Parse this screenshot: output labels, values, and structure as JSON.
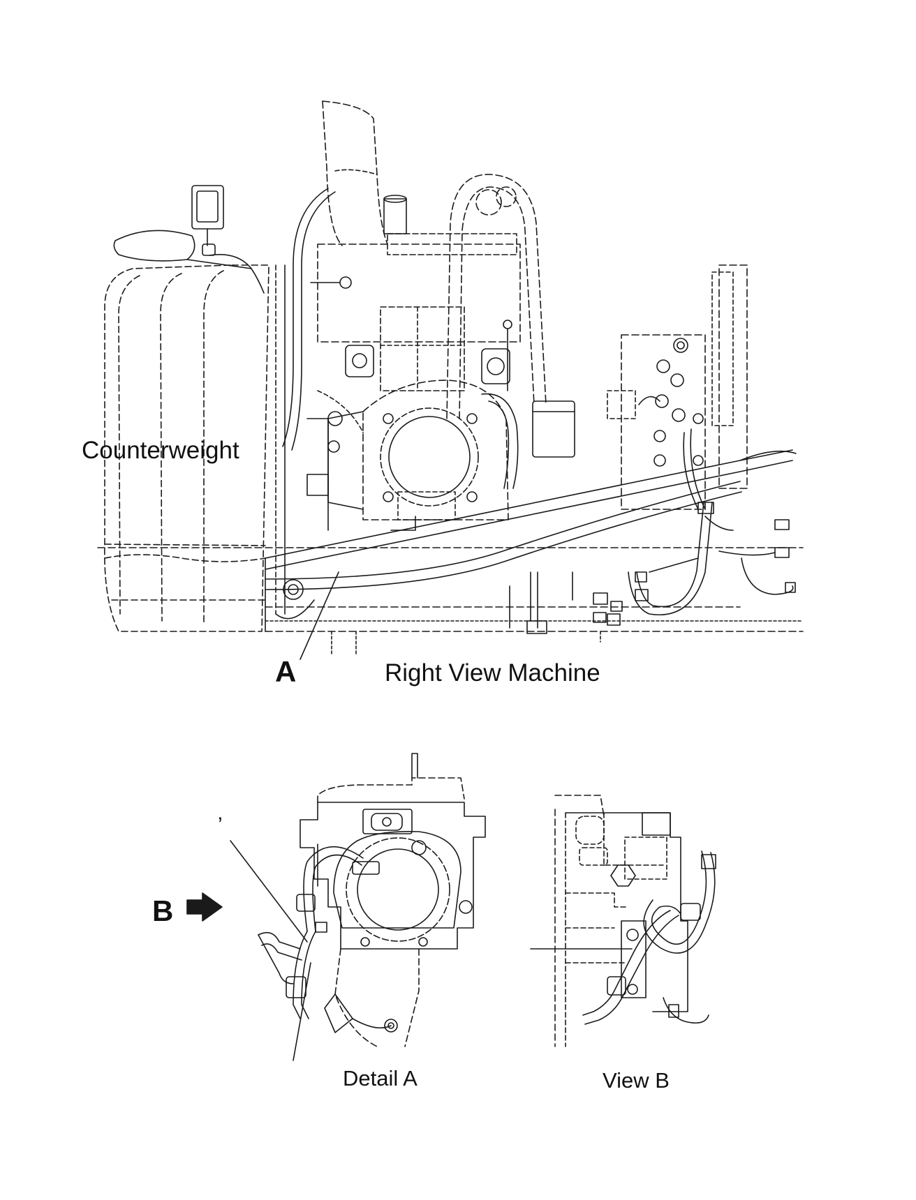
{
  "labels": {
    "counterweight": "Counterweight",
    "callout_a": "A",
    "main_view_title": "Right View Machine",
    "callout_b": "B",
    "detail_a_title": "Detail A",
    "view_b_title": "View B",
    "tick_mark": "’"
  },
  "colors": {
    "line": "#1a1a1a",
    "background": "#ffffff"
  }
}
